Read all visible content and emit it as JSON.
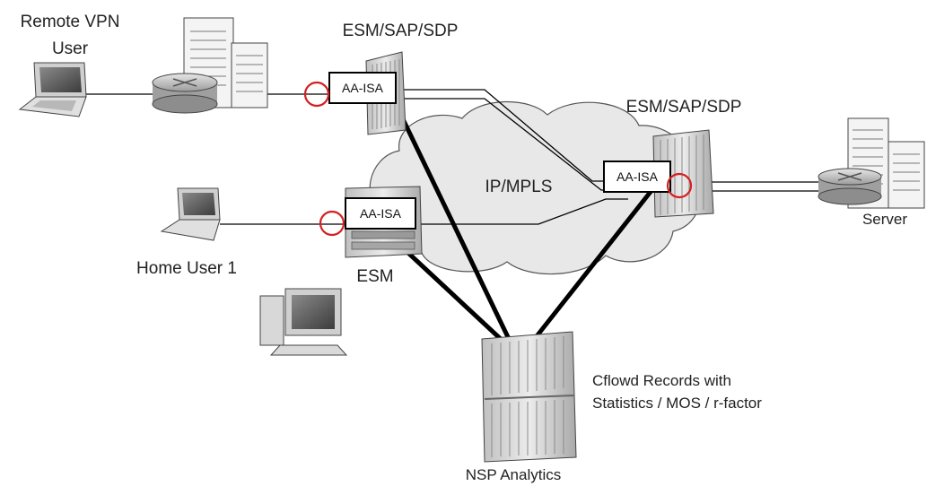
{
  "labels": {
    "remote_vpn_user": [
      "Remote VPN",
      "User"
    ],
    "esm_sap_sdp_top": "ESM/SAP/SDP",
    "esm_sap_sdp_right": "ESM/SAP/SDP",
    "ip_mpls": "IP/MPLS",
    "home_user": "Home User 1",
    "esm": "ESM",
    "server": "Server",
    "nsp_analytics": "NSP Analytics",
    "cflowd": [
      "Cflowd Records with",
      "Statistics / MOS / r-factor"
    ],
    "aa_isa": "AA-ISA"
  },
  "icons": [
    "laptop-icon",
    "building-icon",
    "router-icon",
    "chassis-icon",
    "cloud-icon",
    "desktop-pc-icon",
    "monitoring-point-icon"
  ],
  "colors": {
    "line": "#000000",
    "monitor_ring": "#d42020",
    "device_fill": "#d9d9d9",
    "cloud_fill": "#e8e8e8"
  }
}
